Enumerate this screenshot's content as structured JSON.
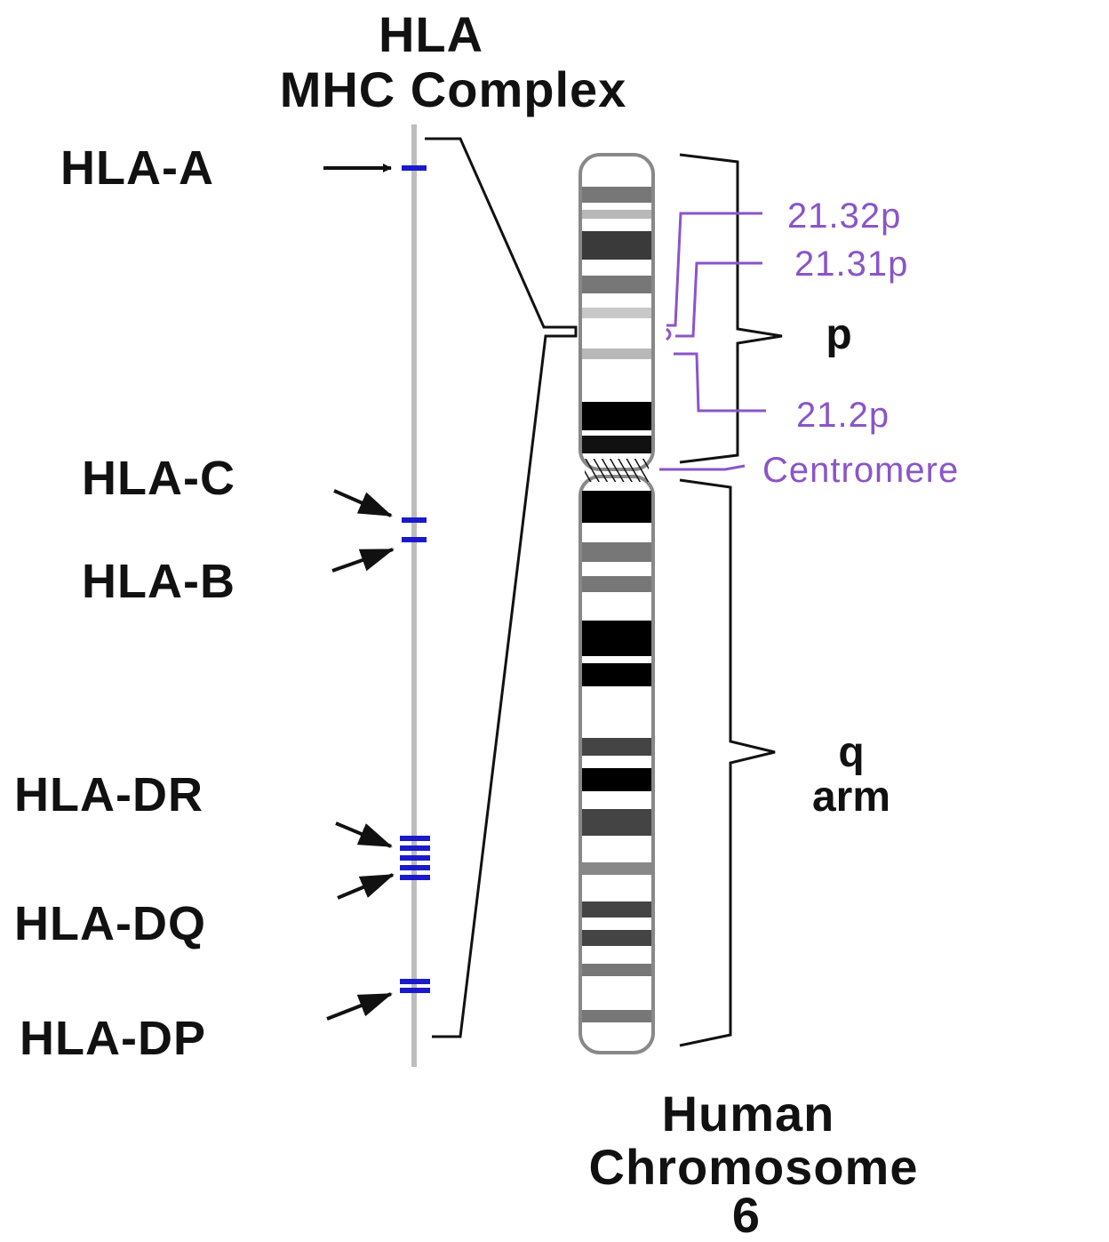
{
  "title": {
    "line1": "HLA",
    "line2": "MHC Complex"
  },
  "genes": [
    "HLA-A",
    "HLA-C",
    "HLA-B",
    "HLA-DR",
    "HLA-DQ",
    "HLA-DP"
  ],
  "bands": [
    "21.32p",
    "21.31p",
    "21.2p",
    "Centromere"
  ],
  "arms": {
    "p": "p",
    "q_line1": "q",
    "q_line2": "arm"
  },
  "caption": {
    "line1": "Human",
    "line2": "Chromosome",
    "line3": "6"
  },
  "colors": {
    "gene_marker": "#1a1acc",
    "band_label": "#8a55c8",
    "gene_bar": "#bdbdbd",
    "text": "#111111"
  }
}
